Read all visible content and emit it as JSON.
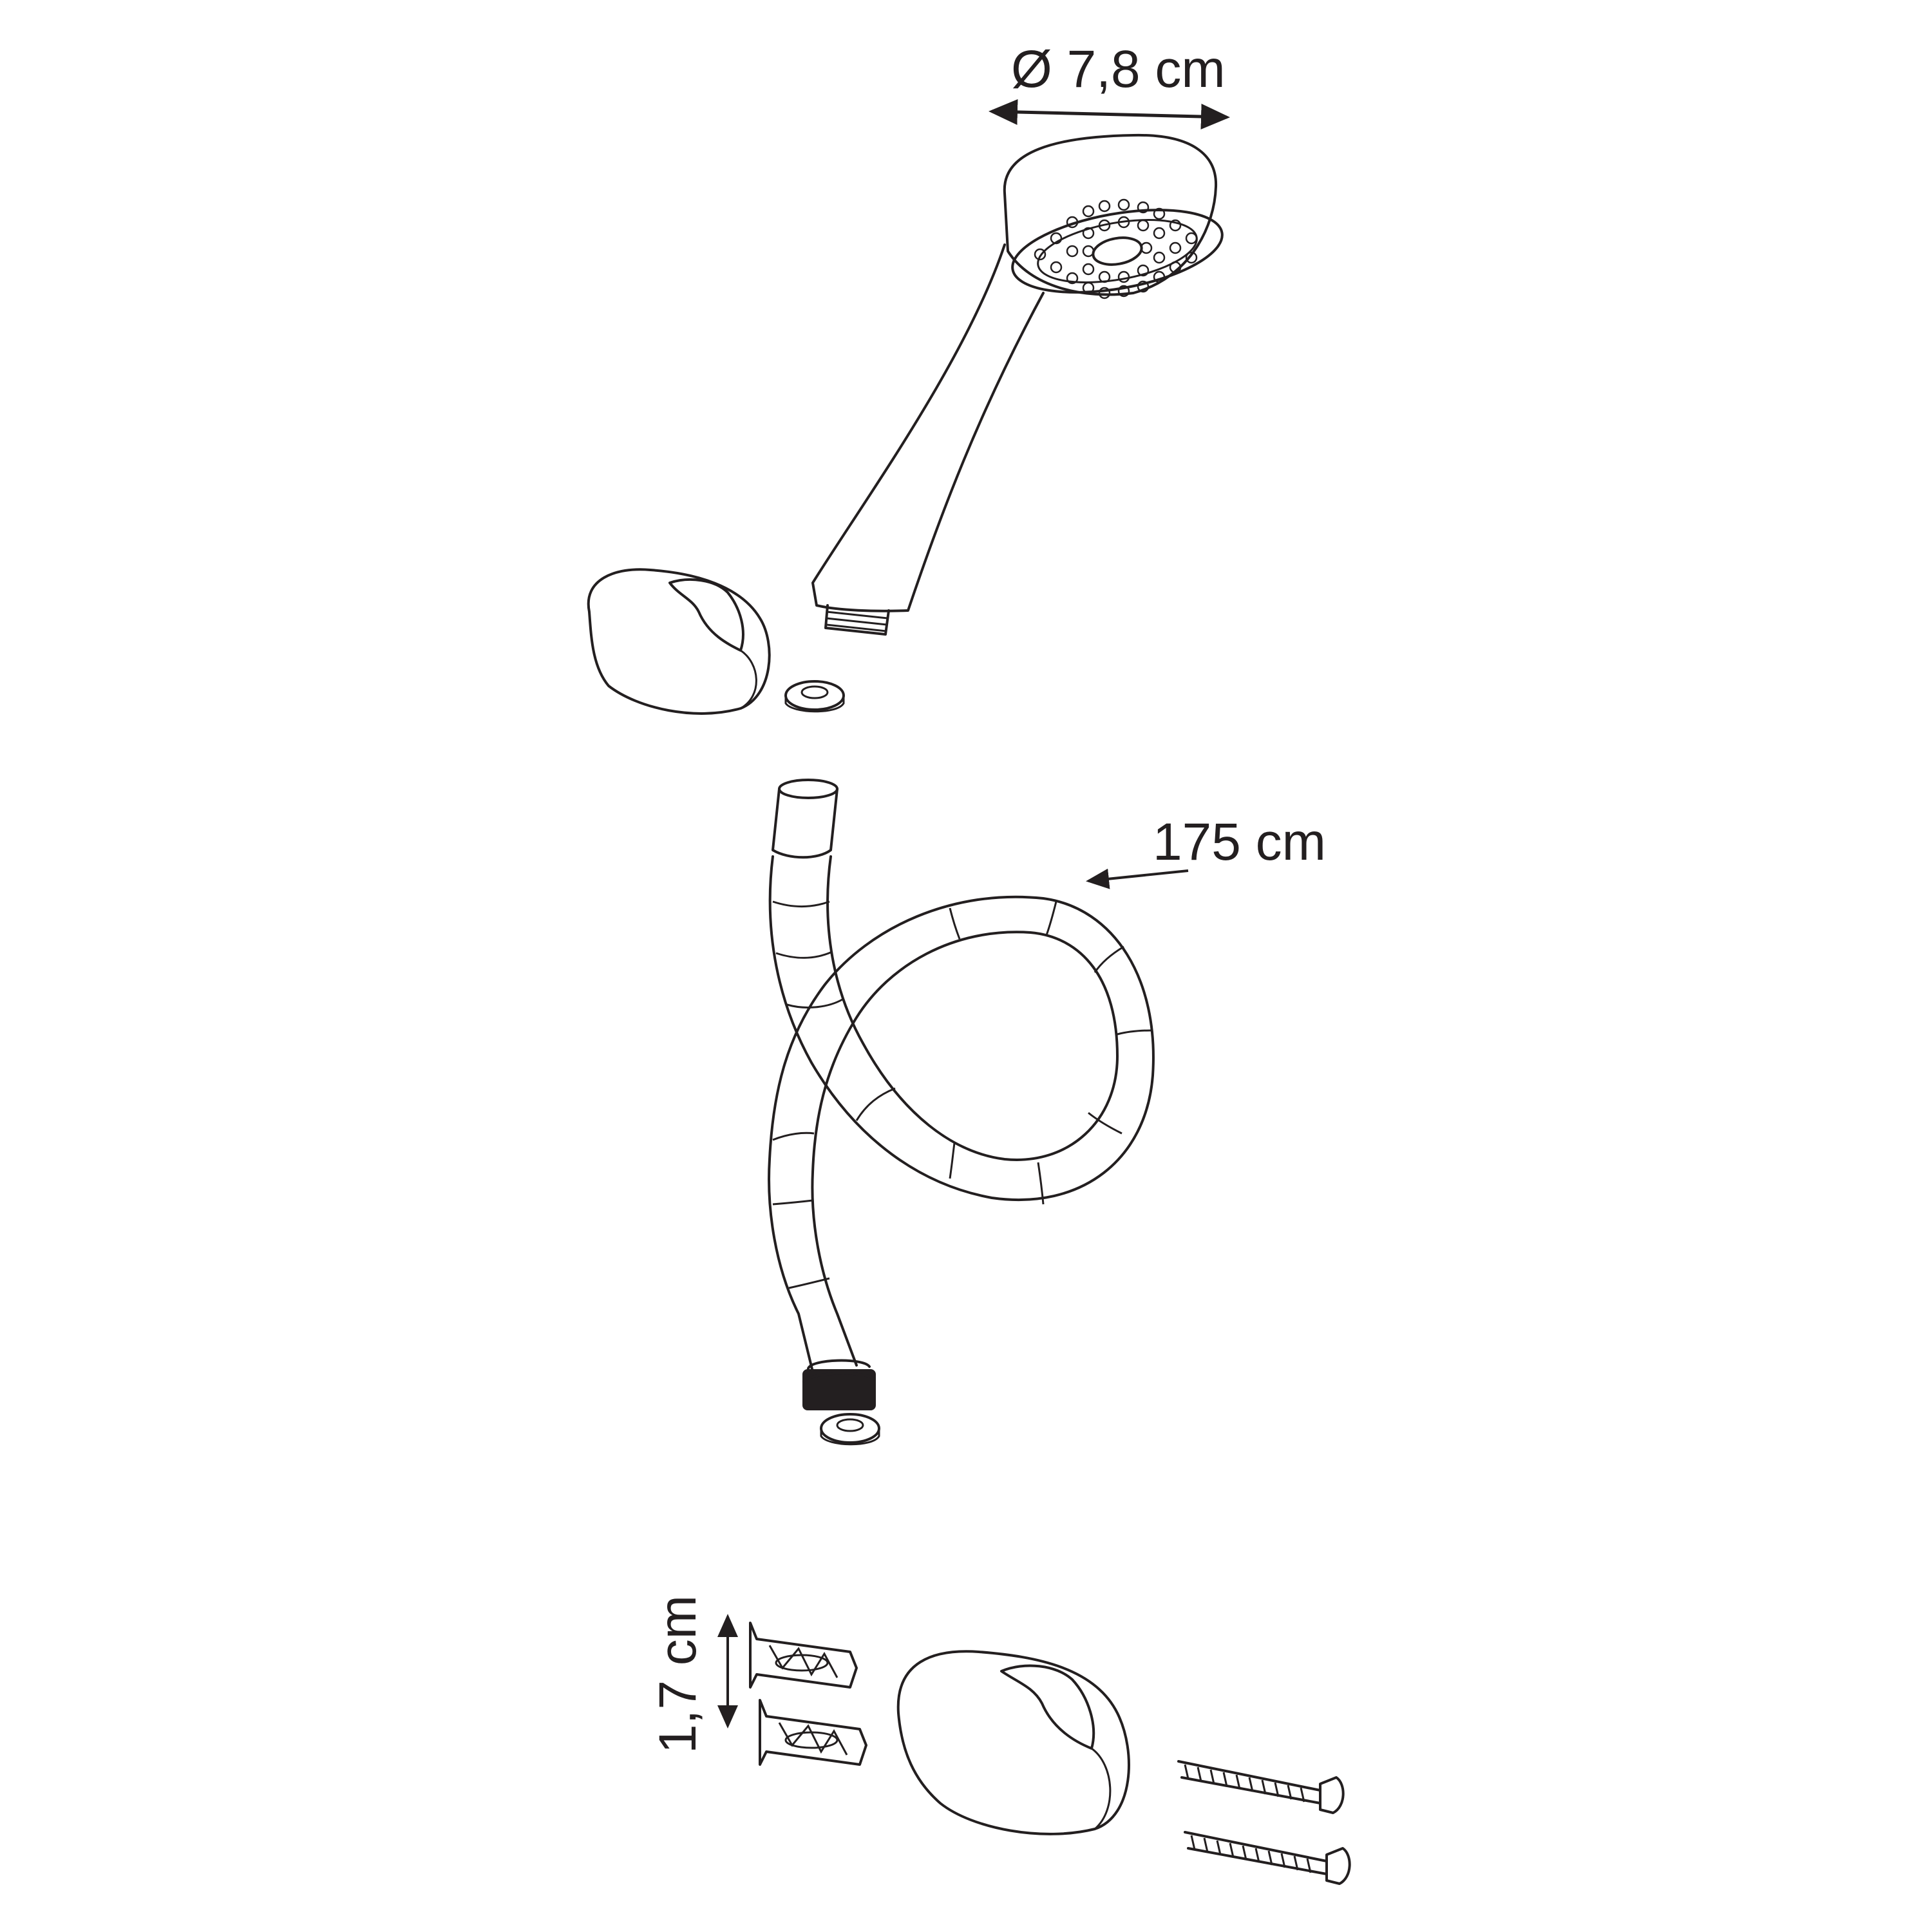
{
  "dimensions": {
    "head_diameter": "Ø 7,8 cm",
    "hose_length": "175 cm",
    "anchor_length": "1,7 cm"
  },
  "colors": {
    "line": "#231f20",
    "background": "#ffffff"
  }
}
